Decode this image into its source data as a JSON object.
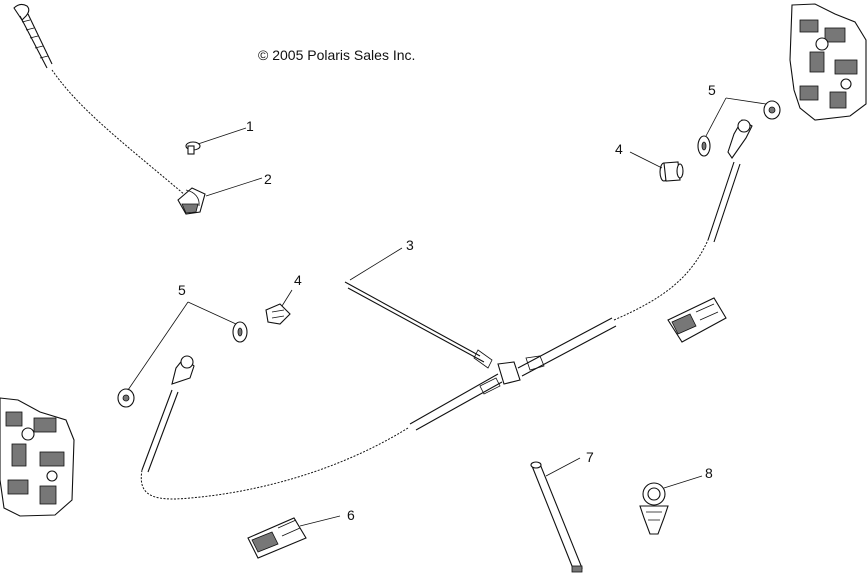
{
  "copyright": "© 2005 Polaris Sales Inc.",
  "callouts": [
    {
      "id": "c1",
      "label": "1"
    },
    {
      "id": "c2",
      "label": "2"
    },
    {
      "id": "c3",
      "label": "3"
    },
    {
      "id": "c4a",
      "label": "4"
    },
    {
      "id": "c4b",
      "label": "4"
    },
    {
      "id": "c5a",
      "label": "5"
    },
    {
      "id": "c5b",
      "label": "5"
    },
    {
      "id": "c6",
      "label": "6"
    },
    {
      "id": "c7",
      "label": "7"
    },
    {
      "id": "c8",
      "label": "8"
    }
  ]
}
